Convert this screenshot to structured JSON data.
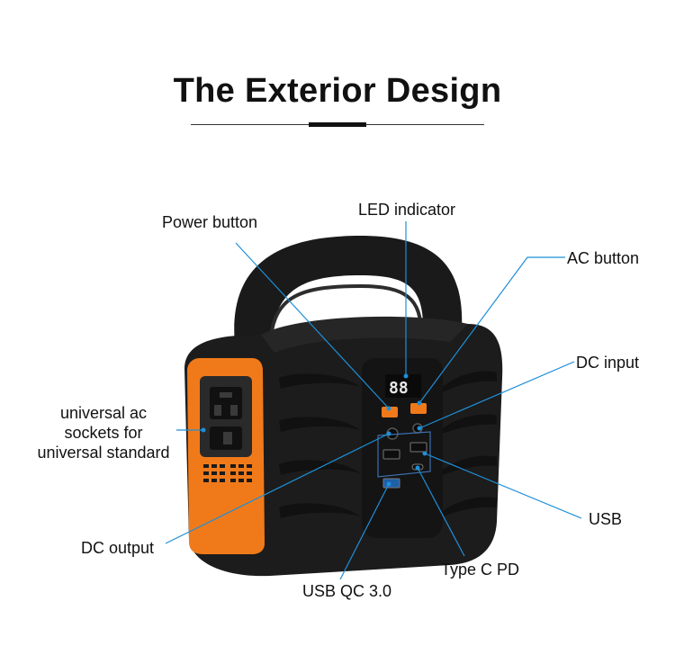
{
  "title": "The Exterior Design",
  "labels": {
    "power_button": "Power button",
    "led_indicator": "LED indicator",
    "ac_button": "AC button",
    "dc_input": "DC input",
    "ac_sockets_line1": "universal ac",
    "ac_sockets_line2": "sockets for",
    "ac_sockets_line3": "universal standard",
    "dc_output": "DC output",
    "usb": "USB",
    "type_c_pd": "Type C PD",
    "usb_qc": "USB QC 3.0"
  },
  "display": {
    "readout": "88"
  },
  "colors": {
    "accent": "#f07a1a",
    "body": "#1c1c1c",
    "callout": "#1e8fd8"
  }
}
